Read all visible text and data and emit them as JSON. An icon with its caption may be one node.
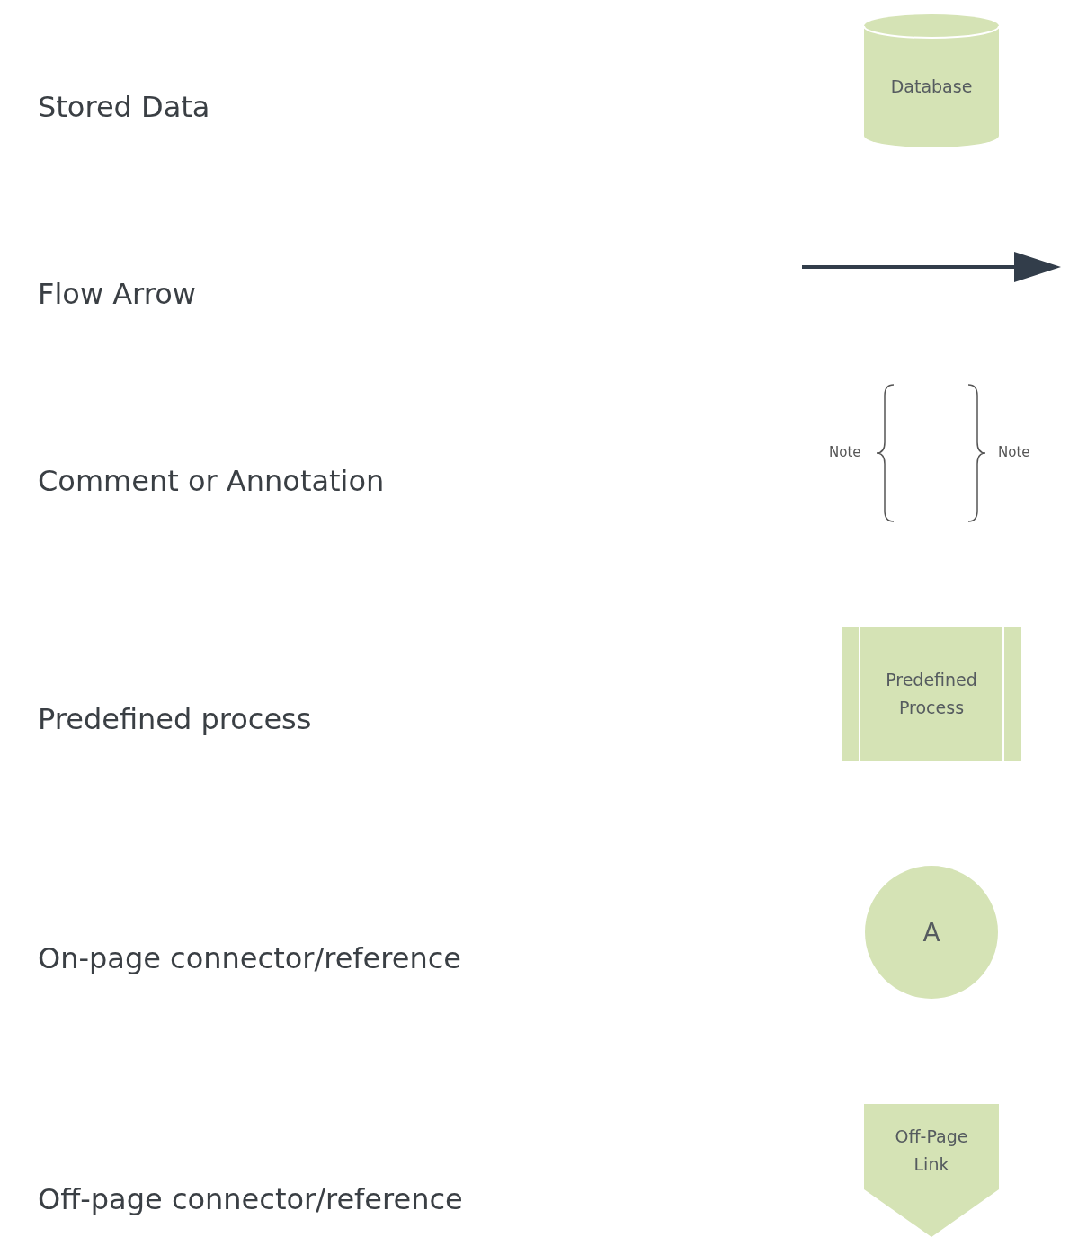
{
  "diagram": {
    "nodes": [
      {
        "text": [
          "Database"
        ]
      },
      {
        "text": [
          "Predefined Process"
        ]
      },
      {
        "text": [
          "A"
        ]
      },
      {
        "text": [
          "Off-Page Link"
        ]
      }
    ],
    "labels": [
      "Stored Data",
      "Flow Arrow",
      "Comment or Annotation",
      "Note",
      "Note",
      "Predefined process",
      "On-page connector/reference",
      "Off-page connector/reference"
    ]
  }
}
